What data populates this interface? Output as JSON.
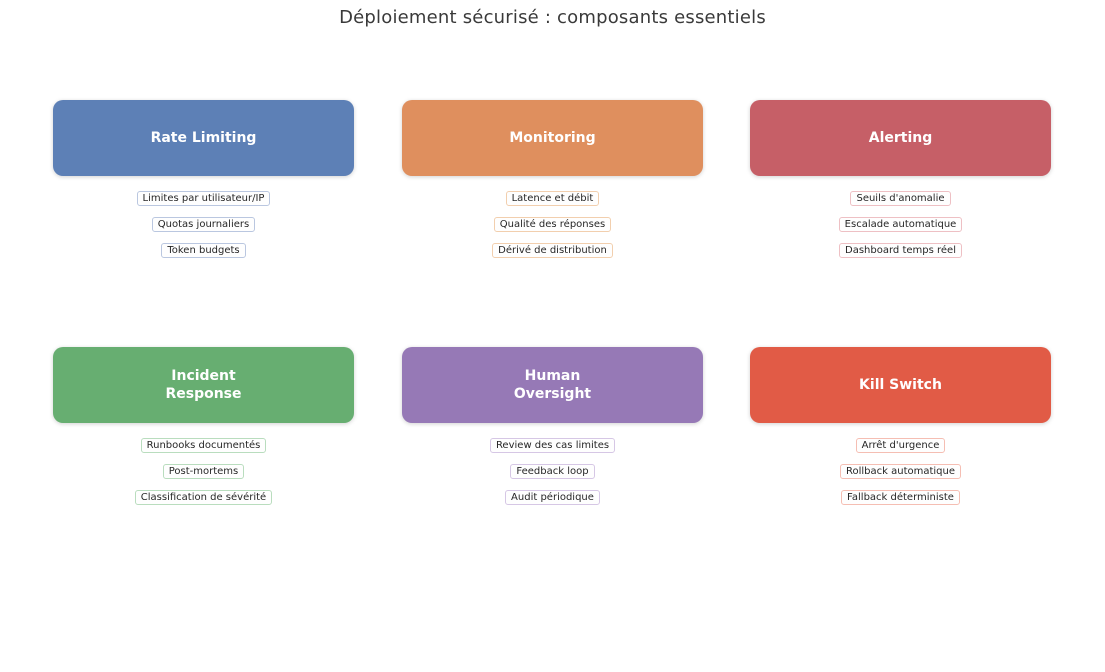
{
  "title": "Déploiement sécurisé : composants essentiels",
  "categories": [
    {
      "name": "Rate Limiting",
      "color": "#5d80b6",
      "chip_border": "#bac7e0",
      "items": [
        "Limites par utilisateur/IP",
        "Quotas journaliers",
        "Token budgets"
      ]
    },
    {
      "name": "Monitoring",
      "color": "#df8f5e",
      "chip_border": "#f2cfae",
      "items": [
        "Latence et débit",
        "Qualité des réponses",
        "Dérivé de distribution"
      ]
    },
    {
      "name": "Alerting",
      "color": "#c65f67",
      "chip_border": "#eec0c4",
      "items": [
        "Seuils d'anomalie",
        "Escalade automatique",
        "Dashboard temps réel"
      ]
    },
    {
      "name": "Incident\nResponse",
      "color": "#67ae71",
      "chip_border": "#b9ddbe",
      "items": [
        "Runbooks documentés",
        "Post-mortems",
        "Classification de sévérité"
      ]
    },
    {
      "name": "Human\nOversight",
      "color": "#9679b6",
      "chip_border": "#d6c7e5",
      "items": [
        "Review des cas limites",
        "Feedback loop",
        "Audit périodique"
      ]
    },
    {
      "name": "Kill Switch",
      "color": "#e15b46",
      "chip_border": "#f5beb3",
      "items": [
        "Arrêt d'urgence",
        "Rollback automatique",
        "Fallback déterministe"
      ]
    }
  ]
}
